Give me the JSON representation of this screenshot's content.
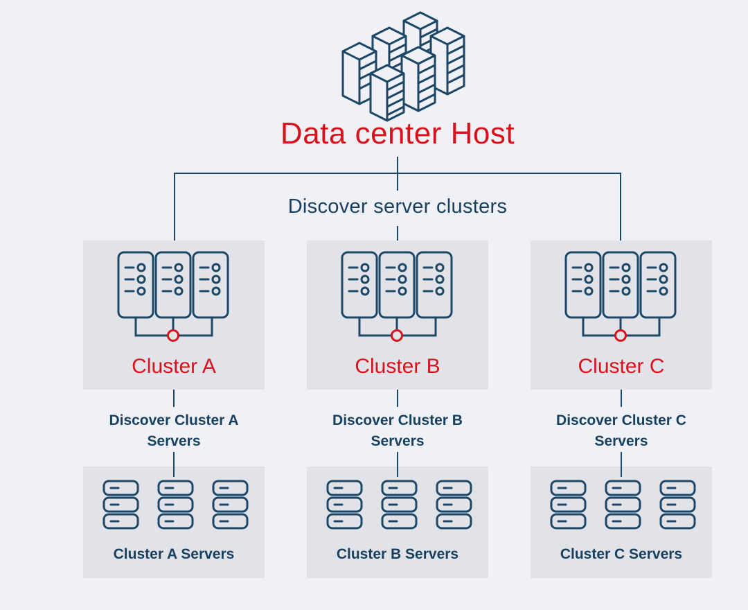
{
  "host": {
    "title": "Data center Host",
    "icon": "datacenter-racks-icon"
  },
  "discover_clusters_label": "Discover server clusters",
  "clusters": [
    {
      "id": "A",
      "title": "Cluster A",
      "discover_label_line1": "Discover Cluster A",
      "discover_label_line2": "Servers",
      "servers_label": "Cluster A Servers",
      "icon": "server-cluster-icon",
      "servers_icon": "server-stack-icon"
    },
    {
      "id": "B",
      "title": "Cluster B",
      "discover_label_line1": "Discover Cluster B",
      "discover_label_line2": "Servers",
      "servers_label": "Cluster B Servers",
      "icon": "server-cluster-icon",
      "servers_icon": "server-stack-icon"
    },
    {
      "id": "C",
      "title": "Cluster C",
      "discover_label_line1": "Discover Cluster C",
      "discover_label_line2": "Servers",
      "servers_label": "Cluster C Servers",
      "icon": "server-cluster-icon",
      "servers_icon": "server-stack-icon"
    }
  ],
  "colors": {
    "background": "#eff1f6",
    "panel": "#e2e3e8",
    "accent_red": "#d8111b",
    "navy": "#173f5e"
  }
}
